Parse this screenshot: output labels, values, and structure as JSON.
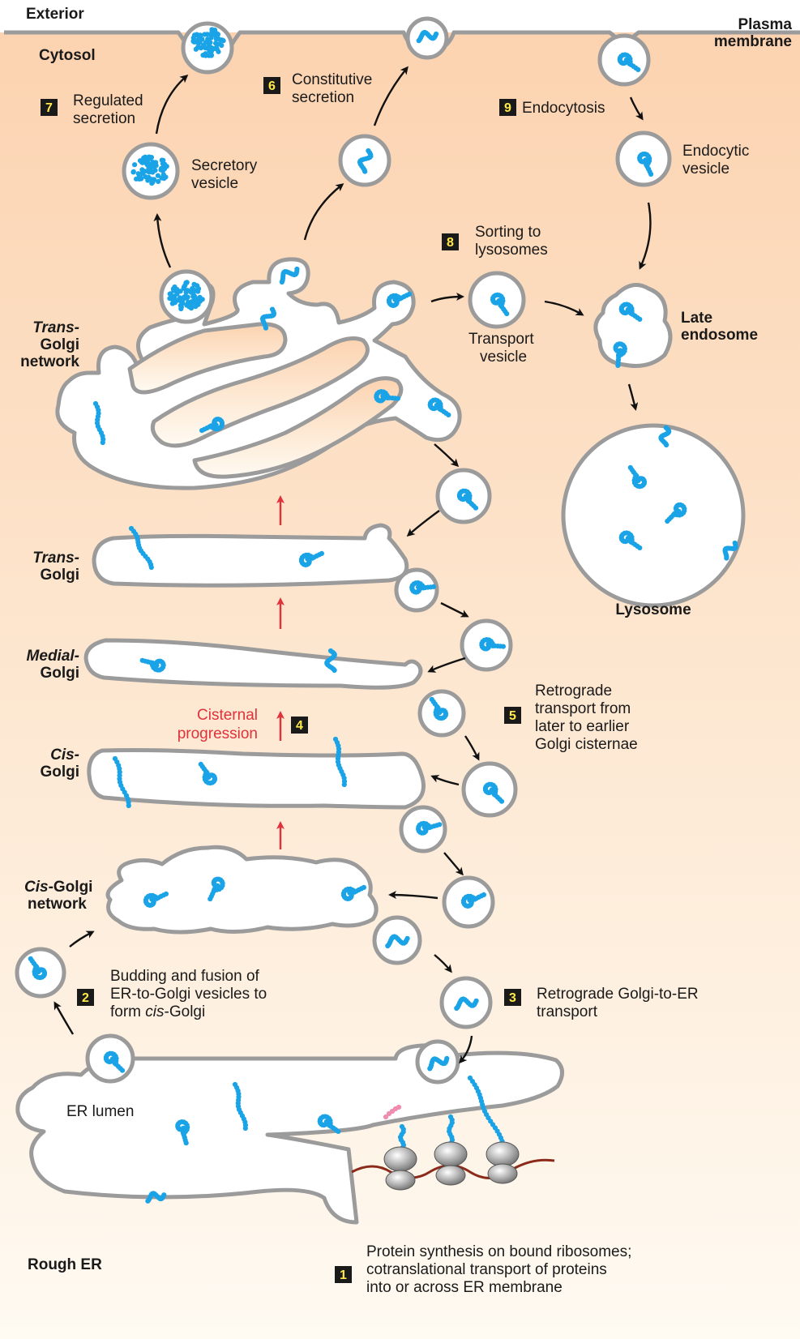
{
  "labels": {
    "exterior": "Exterior",
    "cytosol": "Cytosol",
    "plasma1": "Plasma",
    "plasma2": "membrane",
    "tgn1": "Trans-",
    "tgn2": "Golgi",
    "tgn3": "network",
    "transgolgi1": "Trans-",
    "transgolgi2": "Golgi",
    "medial1": "Medial-",
    "medial2": "Golgi",
    "cis1": "Cis-",
    "cis2": "Golgi",
    "cgn1a": "Cis",
    "cgn1b": "-Golgi",
    "cgn2": "network",
    "roughER": "Rough ER",
    "erLumen": "ER lumen",
    "secretoryVesicle1": "Secretory",
    "secretoryVesicle2": "vesicle",
    "endocyticVesicle1": "Endocytic",
    "endocyticVesicle2": "vesicle",
    "transportVesicle1": "Transport",
    "transportVesicle2": "vesicle",
    "lateEndosome1": "Late",
    "lateEndosome2": "endosome",
    "lysosome": "Lysosome",
    "cisternal1": "Cisternal",
    "cisternal2": "progression"
  },
  "steps": [
    {
      "num": "1",
      "lines": [
        "Protein synthesis on bound ribosomes;",
        "cotranslational transport of proteins",
        "into or across ER membrane"
      ]
    },
    {
      "num": "2",
      "lines": [
        "Budding and fusion of",
        "ER-to-Golgi vesicles to"
      ],
      "line3a": "form ",
      "line3b": "cis",
      "line3c": "-Golgi"
    },
    {
      "num": "3",
      "lines": [
        "Retrograde Golgi-to-ER",
        "transport"
      ]
    },
    {
      "num": "4",
      "lines": []
    },
    {
      "num": "5",
      "lines": [
        "Retrograde",
        "transport from",
        "later to earlier",
        "Golgi cisternae"
      ]
    },
    {
      "num": "6",
      "lines": [
        "Constitutive",
        "secretion"
      ]
    },
    {
      "num": "7",
      "lines": [
        "Regulated",
        "secretion"
      ]
    },
    {
      "num": "8",
      "lines": [
        "Sorting to",
        "lysosomes"
      ]
    },
    {
      "num": "9",
      "lines": [
        "Endocytosis"
      ]
    }
  ],
  "colors": {
    "protein": "#1aa3e6",
    "membrane": "#9b9b9b",
    "arrow": "#111111",
    "redArrow": "#e0323a",
    "badge": "#1a1a1a",
    "badgeNumber": "#ffe94a",
    "ribosome": "#9a9a9a",
    "mRNA": "#8b2a1a",
    "signalPeptide": "#f08cb0",
    "cytosolTop": "#fcd3b0",
    "cytosolBottom": "#fffaf2"
  }
}
